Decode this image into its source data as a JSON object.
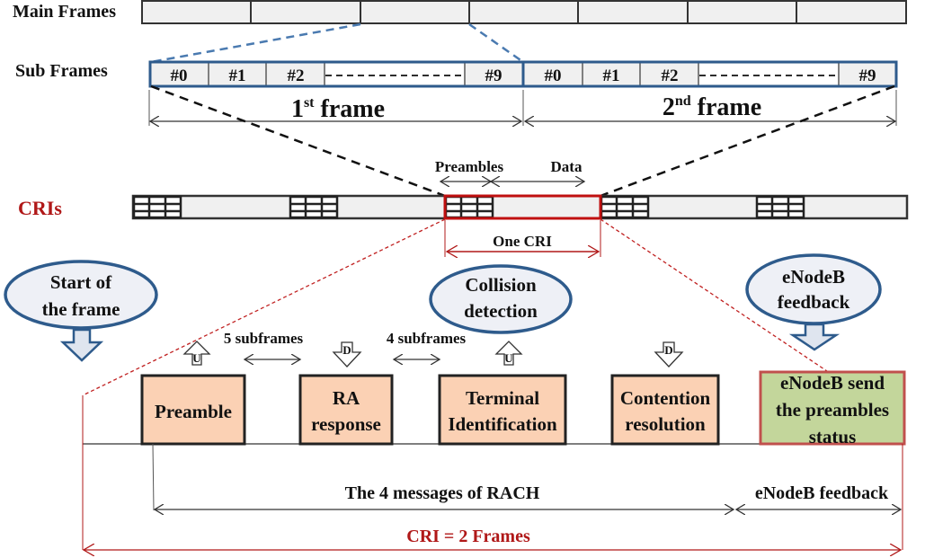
{
  "labels": {
    "main_frames": "Main Frames",
    "sub_frames": "Sub Frames",
    "cris": "CRIs"
  },
  "main_frames": {
    "count": 7
  },
  "sub_frames": {
    "frames": [
      {
        "cells": [
          "#0",
          "#1",
          "#2",
          "#9"
        ],
        "label_num": "1",
        "label_sup": "st",
        "label_word": " frame"
      },
      {
        "cells": [
          "#0",
          "#1",
          "#2",
          "#9"
        ],
        "label_num": "2",
        "label_sup": "nd",
        "label_word": " frame"
      }
    ]
  },
  "cri_strip": {
    "preambles_label": "Preambles",
    "data_label": "Data",
    "one_cri_label": "One CRI"
  },
  "bubbles": {
    "start": [
      "Start of",
      "the frame"
    ],
    "collision": [
      "Collision",
      "detection"
    ],
    "feedback": [
      "eNodeB",
      "feedback"
    ]
  },
  "gaps": {
    "first": "5 subframes",
    "second": "4 subframes"
  },
  "direction_marks": {
    "up": "U",
    "down": "D"
  },
  "steps": [
    {
      "lines": [
        "Preamble"
      ],
      "direction": "U"
    },
    {
      "lines": [
        "RA",
        "response"
      ],
      "direction": "D"
    },
    {
      "lines": [
        "Terminal",
        "Identification"
      ],
      "direction": "U"
    },
    {
      "lines": [
        "Contention",
        "resolution"
      ],
      "direction": "D"
    },
    {
      "lines": [
        "eNodeB send",
        "the preambles",
        "status"
      ],
      "direction": ""
    }
  ],
  "spans": {
    "rach": "The 4 messages  of RACH",
    "feedback": "eNodeB feedback",
    "cri_total": "CRI = 2 Frames"
  },
  "colors": {
    "accent_blue": "#2e5b8c",
    "dashed_blue": "#4a7ab0",
    "accent_red": "#b01818",
    "box_orange": "#fbd1b4",
    "box_green": "#c3d69b",
    "cell_gray": "#f0f0f0",
    "bubble_fill": "#eef0f6"
  }
}
